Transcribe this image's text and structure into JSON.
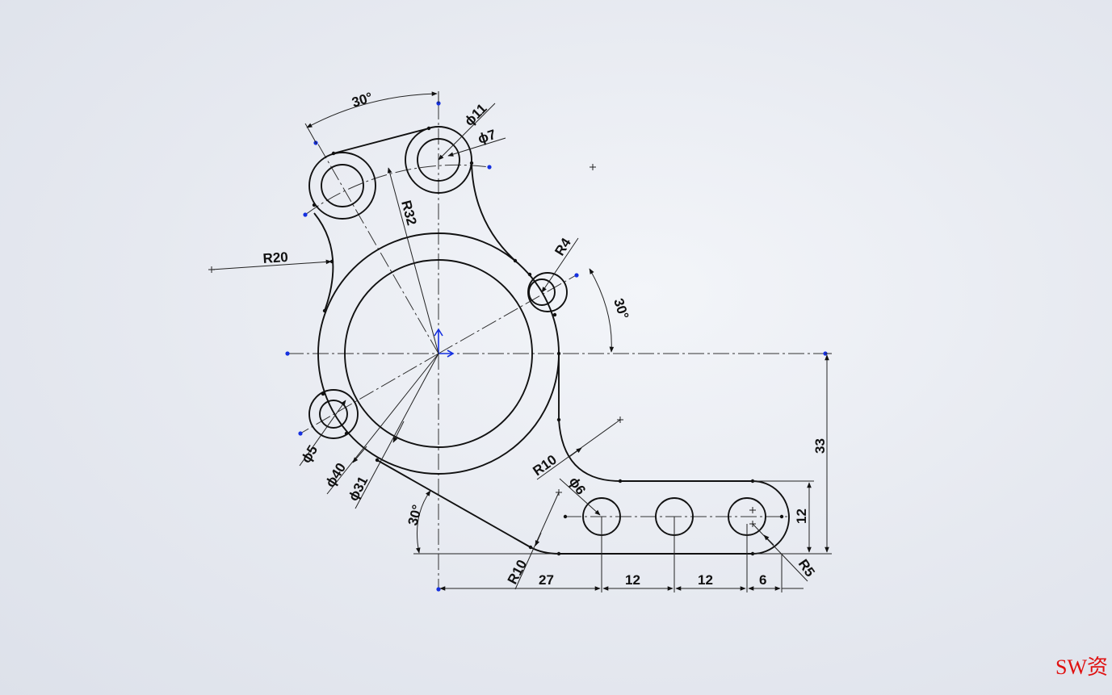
{
  "dimensions": {
    "angle_top": "30°",
    "angle_right": "30°",
    "angle_bottom": "30°",
    "dia_11": "ϕ11",
    "dia_7": "ϕ7",
    "rad_32": "R32",
    "rad_20": "R20",
    "rad_4": "R4",
    "dia_5": "ϕ5",
    "dia_40": "ϕ40",
    "dia_31": "ϕ31",
    "rad_10_upper": "R10",
    "dia_6": "ϕ6",
    "rad_10_lower": "R10",
    "rad_5": "R5",
    "len_33": "33",
    "len_12_vertical": "12",
    "len_27": "27",
    "len_12_a": "12",
    "len_12_b": "12",
    "len_6": "6"
  },
  "watermark": "SW资",
  "colors": {
    "line": "#111111",
    "point": "#1530e0",
    "watermark": "#e01010"
  }
}
